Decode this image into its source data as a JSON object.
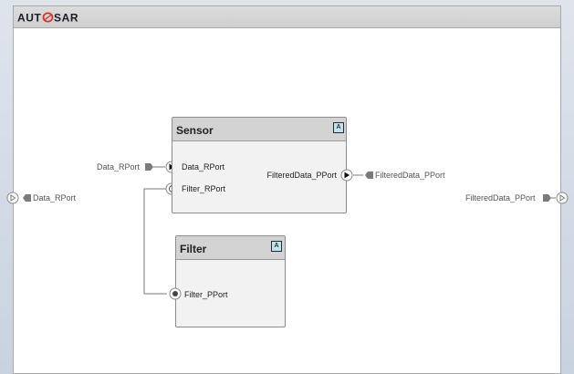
{
  "canvas": {
    "logo_text": "AUTOSAR"
  },
  "components": [
    {
      "name": "Sensor",
      "badge": "A",
      "ports": [
        {
          "label": "Data_RPort",
          "kind": "receiver"
        },
        {
          "label": "Filter_RPort",
          "kind": "client"
        },
        {
          "label": "FilteredData_PPort",
          "kind": "sender"
        }
      ]
    },
    {
      "name": "Filter",
      "badge": "A",
      "ports": [
        {
          "label": "Filter_PPort",
          "kind": "server"
        }
      ]
    }
  ],
  "external_ports": {
    "inner_in": "Data_RPort",
    "inner_out": "FilteredData_PPort",
    "boundary_in": "Data_RPort",
    "boundary_out": "FilteredData_PPort"
  },
  "colors": {
    "component_fill": "#f2f2f2",
    "component_header": "#d3d3d3",
    "badge_fill": "#bfe3ef",
    "wire": "#7a7a7a",
    "logo_accent": "#e0302b"
  }
}
